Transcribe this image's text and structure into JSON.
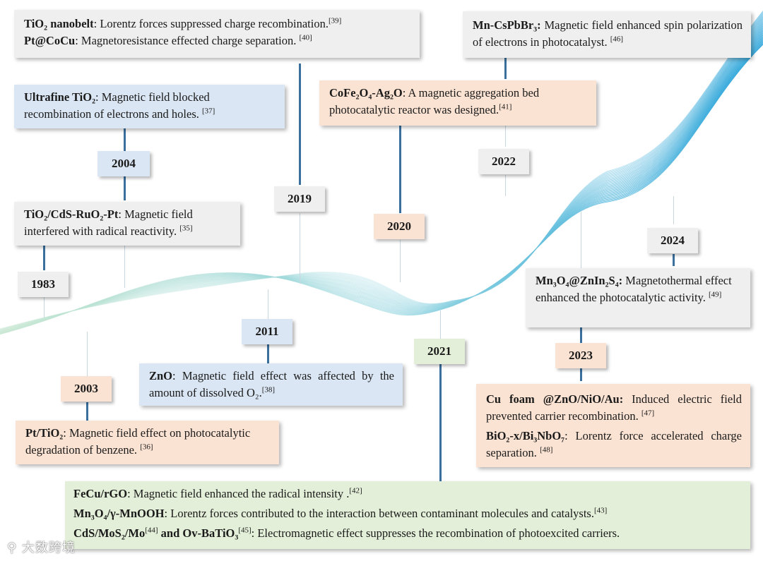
{
  "years": {
    "y1983": "1983",
    "y2003": "2003",
    "y2004": "2004",
    "y2011": "2011",
    "y2019": "2019",
    "y2020": "2020",
    "y2021": "2021",
    "y2022": "2022",
    "y2023": "2023",
    "y2024": "2024"
  },
  "entries": {
    "tio2_nanobelt": {
      "name": "TiO₂ nanobelt",
      "desc": ": Lorentz forces suppressed charge recombination.",
      "ref": "[39]"
    },
    "pt_cocu": {
      "name": "Pt@CoCu",
      "desc": ": Magnetoresistance effected charge separation. ",
      "ref": "[40]"
    },
    "ultrafine_tio2": {
      "name": "Ultrafine TiO₂",
      "desc": ": Magnetic field blocked recombination of electrons and holes. ",
      "ref": "[37]"
    },
    "tio2_cds": {
      "name": "TiO₂/CdS-RuO₂-Pt",
      "desc": ": Magnetic field interfered with radical reactivity. ",
      "ref": "[35]"
    },
    "mn_cspbbr3": {
      "name": "Mn-CsPbBr₃:",
      "desc": " Magnetic field enhanced spin polarization of electrons in photocatalyst. ",
      "ref": "[46]"
    },
    "cofe2o4": {
      "name": "CoFe₂O₄-Ag₂O",
      "desc": ": A magnetic aggregation bed photocatalytic reactor was designed.",
      "ref": "[41]"
    },
    "mn3o4_znin2s4": {
      "name": "Mn₃O₄@ZnIn₂S₄:",
      "desc": " Magnetothermal effect enhanced the photocatalytic activity. ",
      "ref": "[49]"
    },
    "zno": {
      "name": "ZnO",
      "desc": ": Magnetic field effect was affected by the amount of dissolved O₂.",
      "ref": "[38]"
    },
    "cu_foam": {
      "name": "Cu foam @ZnO/NiO/Au:",
      "desc": " Induced electric field prevented carrier recombination. ",
      "ref": "[47]"
    },
    "bio2x": {
      "name": "BiO₂-x/Bi₃NbO₇",
      "desc": ": Lorentz force accelerated charge separation. ",
      "ref": "[48]"
    },
    "pt_tio2": {
      "name": "Pt/TiO₂",
      "desc": ": Magnetic field effect on photocatalytic degradation of benzene. ",
      "ref": "[36]"
    },
    "fecu_rgo": {
      "name": "FeCu/rGO",
      "desc": ": Magnetic field enhanced the radical intensity .",
      "ref": "[42]"
    },
    "mn3o4_mnooh": {
      "name": "Mn₃O₄/γ-MnOOH",
      "desc": ": Lorentz forces contributed to the interaction between contaminant molecules and catalysts.",
      "ref": "[43]"
    },
    "cds_mos2": {
      "name": "CdS/MoS₂/Mo",
      "ref1": "[44]",
      "mid": " and Ov-BaTiO₃",
      "ref2": "[45]",
      "desc": ": Electromagnetic effect suppresses the recombination of photoexcited carriers."
    }
  },
  "watermark": "大数跨境",
  "colors": {
    "stem": "#3a6f9e",
    "gray": "#efefef",
    "blue": "#dae6f3",
    "peach": "#fbe3d3",
    "green": "#e3efd8",
    "wave_start": "#c6e6d0",
    "wave_end": "#1f9fd8"
  }
}
